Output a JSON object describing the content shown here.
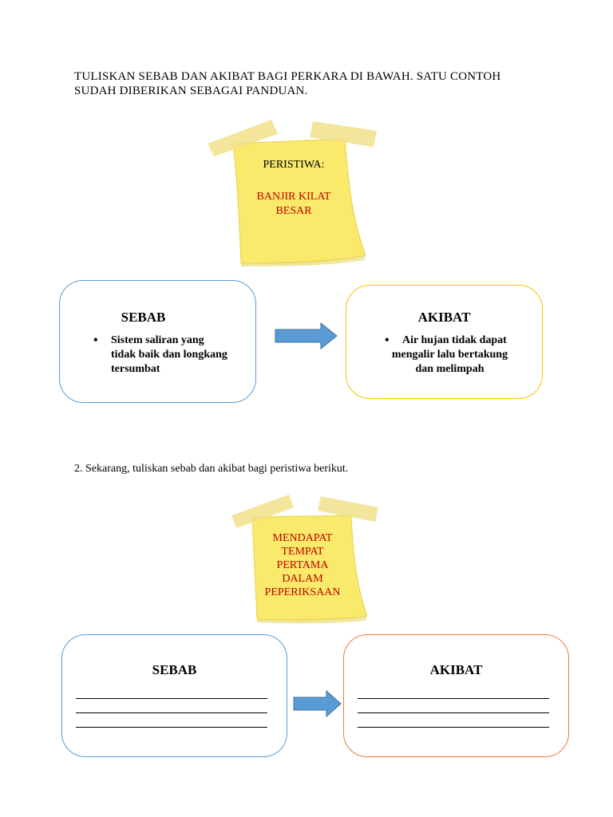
{
  "instruction": {
    "line1": "TULISKAN SEBAB DAN AKIBAT BAGI PERKARA DI BAWAH. SATU CONTOH",
    "line2": "SUDAH DIBERIKAN SEBAGAI PANDUAN."
  },
  "example": {
    "note": {
      "heading": "PERISTIWA:",
      "event_line1": "BANJIR KILAT",
      "event_line2": "BESAR"
    },
    "sebab": {
      "title": "SEBAB",
      "bullet_line1": "Sistem saliran yang",
      "bullet_line2": "tidak baik dan longkang",
      "bullet_line3": "tersumbat"
    },
    "akibat": {
      "title": "AKIBAT",
      "bullet_line1": "Air hujan tidak dapat",
      "bullet_line2": "mengalir lalu bertakung",
      "bullet_line3": "dan melimpah"
    }
  },
  "question2": {
    "prompt": "2. Sekarang, tuliskan sebab dan akibat bagi peristiwa berikut.",
    "note": {
      "line1": "MENDAPAT",
      "line2": "TEMPAT",
      "line3": "PERTAMA",
      "line4": "DALAM",
      "line5": "PEPERIKSAAN"
    },
    "sebab": {
      "title": "SEBAB"
    },
    "akibat": {
      "title": "AKIBAT"
    }
  },
  "colors": {
    "note_yellow": "#f9ea6c",
    "tape": "#f1e08a",
    "event_text": "#c00000",
    "arrow": "#5b9bd5",
    "sebab_border": "#5b9bd5",
    "akibat_border_example": "#ffc000",
    "akibat_border_q2": "#ed7d31"
  }
}
